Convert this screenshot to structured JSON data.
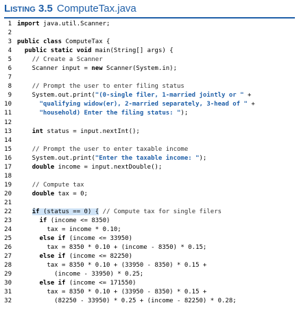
{
  "listing": {
    "label": "Listing 3.5",
    "filename": "ComputeTax.java"
  },
  "code_lines": [
    {
      "num": "1",
      "text": "import java.util.Scanner;"
    },
    {
      "num": "2",
      "text": ""
    },
    {
      "num": "3",
      "text": "public class ComputeTax {"
    },
    {
      "num": "4",
      "text": "  public static void main(String[] args) {"
    },
    {
      "num": "5",
      "text": "    // Create a Scanner"
    },
    {
      "num": "6",
      "text": "    Scanner input = new Scanner(System.in);"
    },
    {
      "num": "7",
      "text": ""
    },
    {
      "num": "8",
      "text": "    // Prompt the user to enter filing status"
    },
    {
      "num": "9",
      "text": "    System.out.print(\"(0-single filer, 1-married jointly or \" +"
    },
    {
      "num": "10",
      "text": "      \"qualifying widow(er), 2-married separately, 3-head of \" +"
    },
    {
      "num": "11",
      "text": "      \"household) Enter the filing status: \");"
    },
    {
      "num": "12",
      "text": ""
    },
    {
      "num": "13",
      "text": "    int status = input.nextInt();"
    },
    {
      "num": "14",
      "text": ""
    },
    {
      "num": "15",
      "text": "    // Prompt the user to enter taxable income"
    },
    {
      "num": "16",
      "text": "    System.out.print(\"Enter the taxable income: \");"
    },
    {
      "num": "17",
      "text": "    double income = input.nextDouble();"
    },
    {
      "num": "18",
      "text": ""
    },
    {
      "num": "19",
      "text": "    // Compute tax"
    },
    {
      "num": "20",
      "text": "    double tax = 0;"
    },
    {
      "num": "21",
      "text": ""
    },
    {
      "num": "22",
      "text": "    if (status == 0) { // Compute tax for single filers"
    },
    {
      "num": "23",
      "text": "      if (income <= 8350)"
    },
    {
      "num": "24",
      "text": "        tax = income * 0.10;"
    },
    {
      "num": "25",
      "text": "      else if (income <= 33950)"
    },
    {
      "num": "26",
      "text": "        tax = 8350 * 0.10 + (income - 8350) * 0.15;"
    },
    {
      "num": "27",
      "text": "      else if (income <= 82250)"
    },
    {
      "num": "28",
      "text": "        tax = 8350 * 0.10 + (33950 - 8350) * 0.15 +"
    },
    {
      "num": "29",
      "text": "          (income - 33950) * 0.25;"
    },
    {
      "num": "30",
      "text": "      else if (income <= 171550)"
    },
    {
      "num": "31",
      "text": "        tax = 8350 * 0.10 + (33950 - 8350) * 0.15 +"
    },
    {
      "num": "32",
      "text": "          (82250 - 33950) * 0.25 + (income - 82250) * 0.28;"
    }
  ],
  "highlight": {
    "line": "22",
    "text": "if (status == 0) {",
    "color": "#cfe3f6"
  },
  "colors": {
    "accent": "#1f5fa8",
    "text": "#000000"
  }
}
